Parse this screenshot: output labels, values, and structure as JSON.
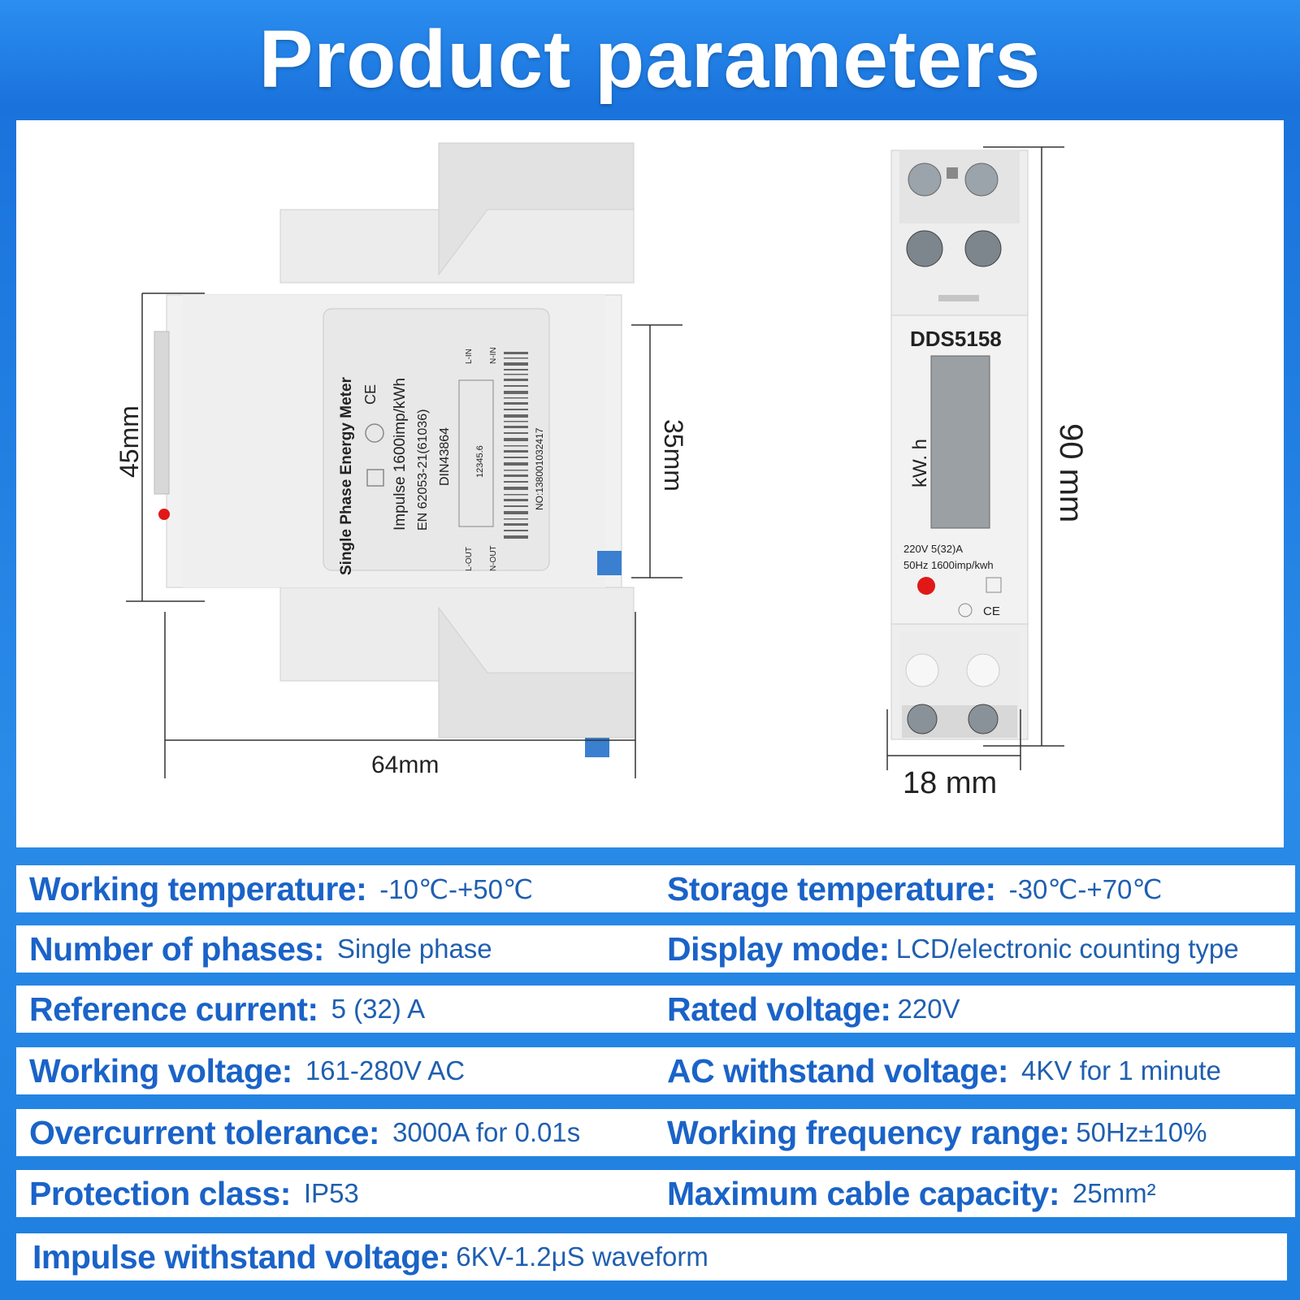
{
  "title": "Product parameters",
  "dimensions": {
    "side_height": "45mm",
    "din_height": "35mm",
    "depth": "64mm",
    "front_height": "90 mm",
    "width": "18 mm"
  },
  "side_label": {
    "product": "Single Phase Energy Meter",
    "impulse": "Impulse 1600imp/kWh",
    "standard": "EN 62053-21(61036)",
    "din": "DIN43864",
    "reading": "12345.6",
    "serial": "NO:138001032417",
    "terminal_l_in": "L-IN",
    "terminal_n_in": "N-IN",
    "terminal_l_out": "L-OUT",
    "terminal_n_out": "N-OUT",
    "ce": "CE"
  },
  "front_label": {
    "model": "DDS5158",
    "unit": "kW. h",
    "voltage_current": "220V  5(32)A",
    "frequency_impulse": "50Hz   1600imp/kwh",
    "ce": "CE"
  },
  "params": [
    {
      "label": "Working temperature:",
      "value": "-10℃-+50℃"
    },
    {
      "label": "Storage temperature:",
      "value": "-30℃-+70℃"
    },
    {
      "label": "Number of phases:",
      "value": "Single phase"
    },
    {
      "label": "Display mode:",
      "value": "LCD/electronic counting type"
    },
    {
      "label": "Reference current:",
      "value": "5 (32) A"
    },
    {
      "label": "Rated voltage:",
      "value": "220V"
    },
    {
      "label": "Working voltage:",
      "value": "161-280V AC"
    },
    {
      "label": "AC withstand voltage:",
      "value": "4KV for 1 minute"
    },
    {
      "label": "Overcurrent tolerance:",
      "value": "3000A for 0.01s"
    },
    {
      "label": "Working frequency range:",
      "value": "50Hz±10%"
    },
    {
      "label": "Protection class:",
      "value": "IP53"
    },
    {
      "label": "Maximum cable capacity:",
      "value": "25mm²"
    },
    {
      "label": "Impulse withstand voltage:",
      "value": "6KV-1.2μS waveform"
    }
  ],
  "colors": {
    "background_blue": "#1f7fe0",
    "label_blue": "#1a63c8",
    "value_blue": "#1f5fb0",
    "device_grey": "#eeeeee",
    "indicator_red": "#e01818",
    "terminal_blue": "#3a7fd0"
  }
}
